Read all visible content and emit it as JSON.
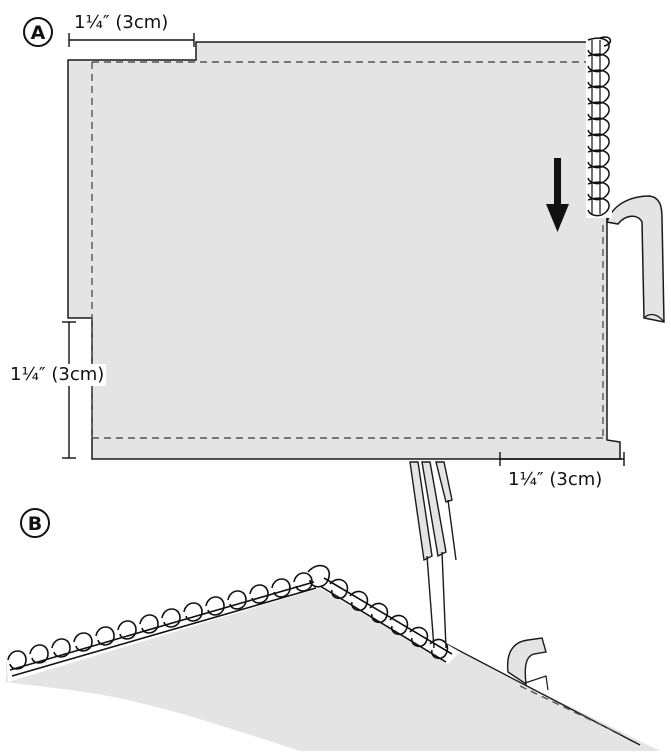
{
  "panels": {
    "a": {
      "badge": "A"
    },
    "b": {
      "badge": "B"
    }
  },
  "measurements": {
    "top": "1¼″ (3cm)",
    "left": "1¼″ (3cm)",
    "bottom": "1¼″ (3cm)"
  },
  "colors": {
    "fabric": "#e4e4e4",
    "stroke": "#1a1a1a",
    "stitch": "#111111",
    "seam": "#555555"
  },
  "icons": {
    "direction": "arrow-down-icon",
    "needle": "needle-icon",
    "overlock": "overlock-stitch-icon"
  }
}
